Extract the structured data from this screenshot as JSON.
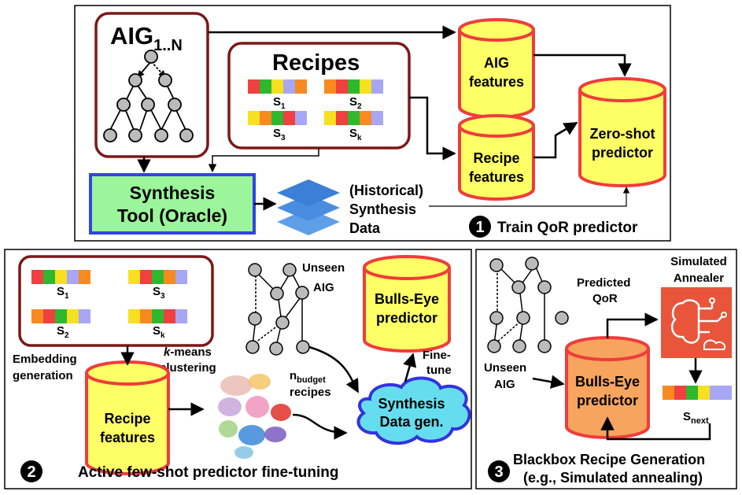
{
  "top": {
    "aig_title": "AIG",
    "aig_subscript": "1..N",
    "recipes_title": "Recipes",
    "recipe_labels": [
      "S",
      "S",
      "S",
      "S"
    ],
    "recipe_subs": [
      "1",
      "2",
      "3",
      "k"
    ],
    "tool_line1": "Synthesis",
    "tool_line2": "Tool (Oracle)",
    "historical_line1": "(Historical)",
    "historical_line2": "Synthesis",
    "historical_line3": "Data",
    "aig_features_line1": "AIG",
    "aig_features_line2": "features",
    "recipe_features_line1": "Recipe",
    "recipe_features_line2": "features",
    "zero_shot_line1": "Zero-shot",
    "zero_shot_line2": "predictor",
    "step_number": "1",
    "step_label": "Train QoR predictor"
  },
  "bottom_left": {
    "recipe_labels": [
      "S",
      "S",
      "S",
      "S"
    ],
    "recipe_subs": [
      "1",
      "3",
      "2",
      "k"
    ],
    "embedding_line1": "Embedding",
    "embedding_line2": "generation",
    "kmeans_k": "k",
    "kmeans_line1": "-means",
    "kmeans_line2": "clustering",
    "recipe_features_line1": "Recipe",
    "recipe_features_line2": "features",
    "unseen_line1": "Unseen",
    "unseen_line2": "AIG",
    "nbudget_n": "n",
    "nbudget_sub": "budget",
    "nbudget_line2": "recipes",
    "synthesis_line1": "Synthesis",
    "synthesis_line2": "Data gen.",
    "finetune_line1": "Fine-",
    "finetune_line2": "tune",
    "bullseye_line1": "Bulls-Eye",
    "bullseye_line2": "predictor",
    "step_number": "2",
    "step_label": "Active few-shot predictor fine-tuning"
  },
  "bottom_right": {
    "predicted_line1": "Predicted",
    "predicted_line2": "QoR",
    "annealer_line1": "Simulated",
    "annealer_line2": "Annealer",
    "unseen_line1": "Unseen",
    "unseen_line2": "AIG",
    "bullseye_line1": "Bulls-Eye",
    "bullseye_line2": "predictor",
    "snext_s": "S",
    "snext_sub": "next",
    "step_number": "3",
    "step_label_line1": "Blackbox Recipe Generation",
    "step_label_line2": "(e.g., Simulated annealing)"
  },
  "colors": {
    "dark_red": "#7B1818",
    "cylinder_fill": "#FFFF66",
    "cylinder_stroke": "#F03C3C",
    "cylinder_orange_fill": "#F6A45E",
    "tool_fill": "#9BF59B",
    "tool_stroke": "#3344E0",
    "cloud_fill": "#66DDEE",
    "cloud_stroke": "#3333DD",
    "layers_blue": "#3B7FD6",
    "annealer_orange": "#E8553B"
  }
}
